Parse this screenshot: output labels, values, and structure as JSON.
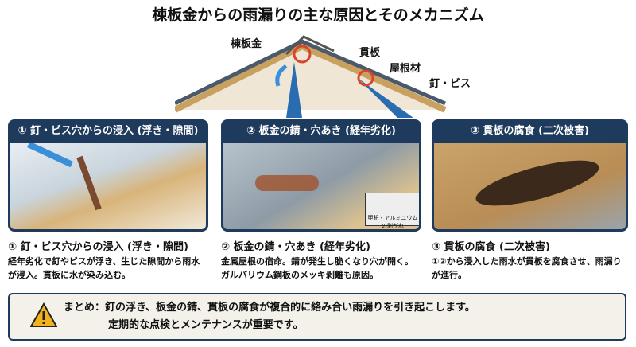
{
  "title": "棟板金からの雨漏りの主な原因とそのメカニズム",
  "diagram_labels": {
    "ridge": "棟板金",
    "batten": "貫板",
    "roofing": "屋根材",
    "nail": "釘・ビス"
  },
  "panels": [
    {
      "header": "① 釘・ビス穴からの浸入 (浮き・隙間)",
      "title": "① 釘・ビス穴からの浸入 (浮き・隙間)",
      "desc": "経年劣化で釘やビスが浮き、生じた隙間から雨水が浸入。貫板に水が染み込む。"
    },
    {
      "header": "② 板金の錆・穴あき (経年劣化)",
      "title": "② 板金の錆・穴あき (経年劣化)",
      "desc": "金属屋根の宿命。錆が発生し脆くなり穴が開く。ガルバリウム鋼板のメッキ剥離も原因。",
      "callout": "亜鉛・アルミニウムの剥がれ"
    },
    {
      "header": "③ 貫板の腐食 (二次被害)",
      "title": "③ 貫板の腐食 (二次被害)",
      "desc": "①②から浸入した雨水が貫板を腐食させ、雨漏りが進行。"
    }
  ],
  "summary": {
    "line1": "まとめ：釘の浮き、板金の錆、貫板の腐食が複合的に絡み合い雨漏りを引き起こします。",
    "line2": "定期的な点検とメンテナンスが重要です。"
  },
  "colors": {
    "navy": "#1e3a5c",
    "warning": "#f2b21b",
    "accent": "#d9452b"
  }
}
